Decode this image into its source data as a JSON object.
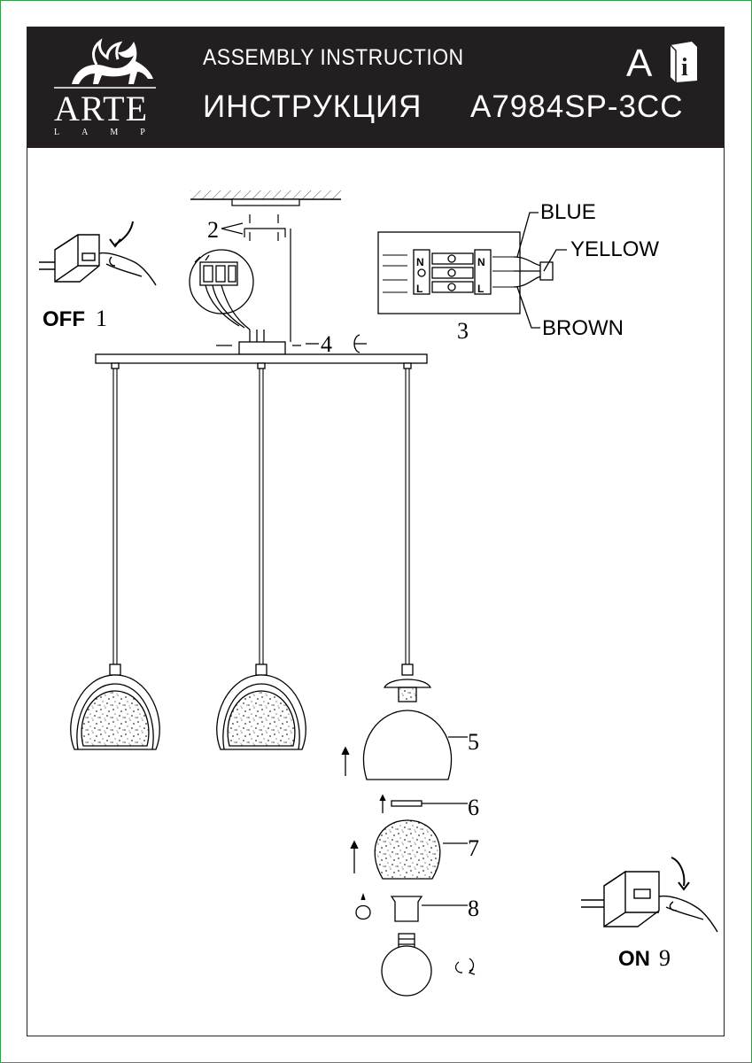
{
  "header": {
    "brand": "ARTE",
    "brand_sub": "LAMP",
    "title_en": "ASSEMBLY INSTRUCTION",
    "title_ru": "ИНСТРУКЦИЯ",
    "model": "A7984SP-3CC",
    "badge_letter": "A",
    "badge_icon": "info-book-icon"
  },
  "steps": {
    "off_label": "OFF",
    "off_num": "1",
    "step2": "2",
    "step3": "3",
    "step4": "4",
    "step5": "5",
    "step6": "6",
    "step7": "7",
    "step8": "8",
    "on_label": "ON",
    "on_num": "9"
  },
  "wires": {
    "blue": "BLUE",
    "yellow": "YELLOW",
    "brown": "BROWN",
    "terminal_n": "N",
    "terminal_l": "L"
  },
  "colors": {
    "header_bg": "#231f20",
    "outer_border": "#3a9a4a"
  }
}
